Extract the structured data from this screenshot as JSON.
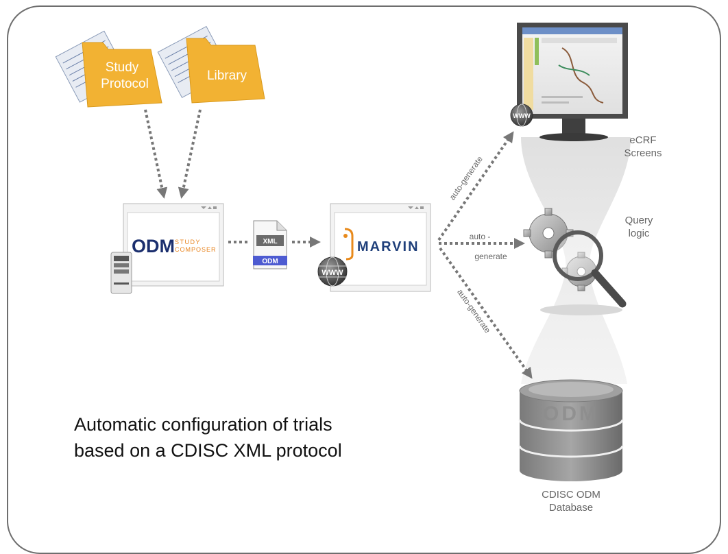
{
  "folders": {
    "study_protocol": [
      "Study",
      "Protocol"
    ],
    "library": "Library"
  },
  "study_composer": {
    "logo_main": "ODM",
    "logo_sub_top": "STUDY",
    "logo_sub_bottom": "COMPOSER"
  },
  "odm_file": {
    "xml_label": "XML",
    "odm_label": "ODM"
  },
  "marvin": {
    "name": "MARVIN",
    "www_label": "WWW"
  },
  "arrows": {
    "top": "auto-generate",
    "middle_line1": "auto -",
    "middle_line2": "generate",
    "bottom": "auto-generate"
  },
  "outputs": {
    "ecrf": [
      "eCRF",
      "Screens"
    ],
    "query": [
      "Query",
      "logic"
    ],
    "database": [
      "CDISC ODM",
      "Database"
    ],
    "db_watermark": "ODM"
  },
  "caption": [
    "Automatic configuration of trials",
    "based on a CDISC XML protocol"
  ],
  "colors": {
    "folder": "#f2b233",
    "odm_blue": "#1b2f6e",
    "composer_orange": "#e8831d",
    "marvin_blue": "#1f3f7a",
    "marvin_orange": "#e88a1c",
    "odm_badge": "#4d5bd1",
    "arrow": "#777777"
  }
}
